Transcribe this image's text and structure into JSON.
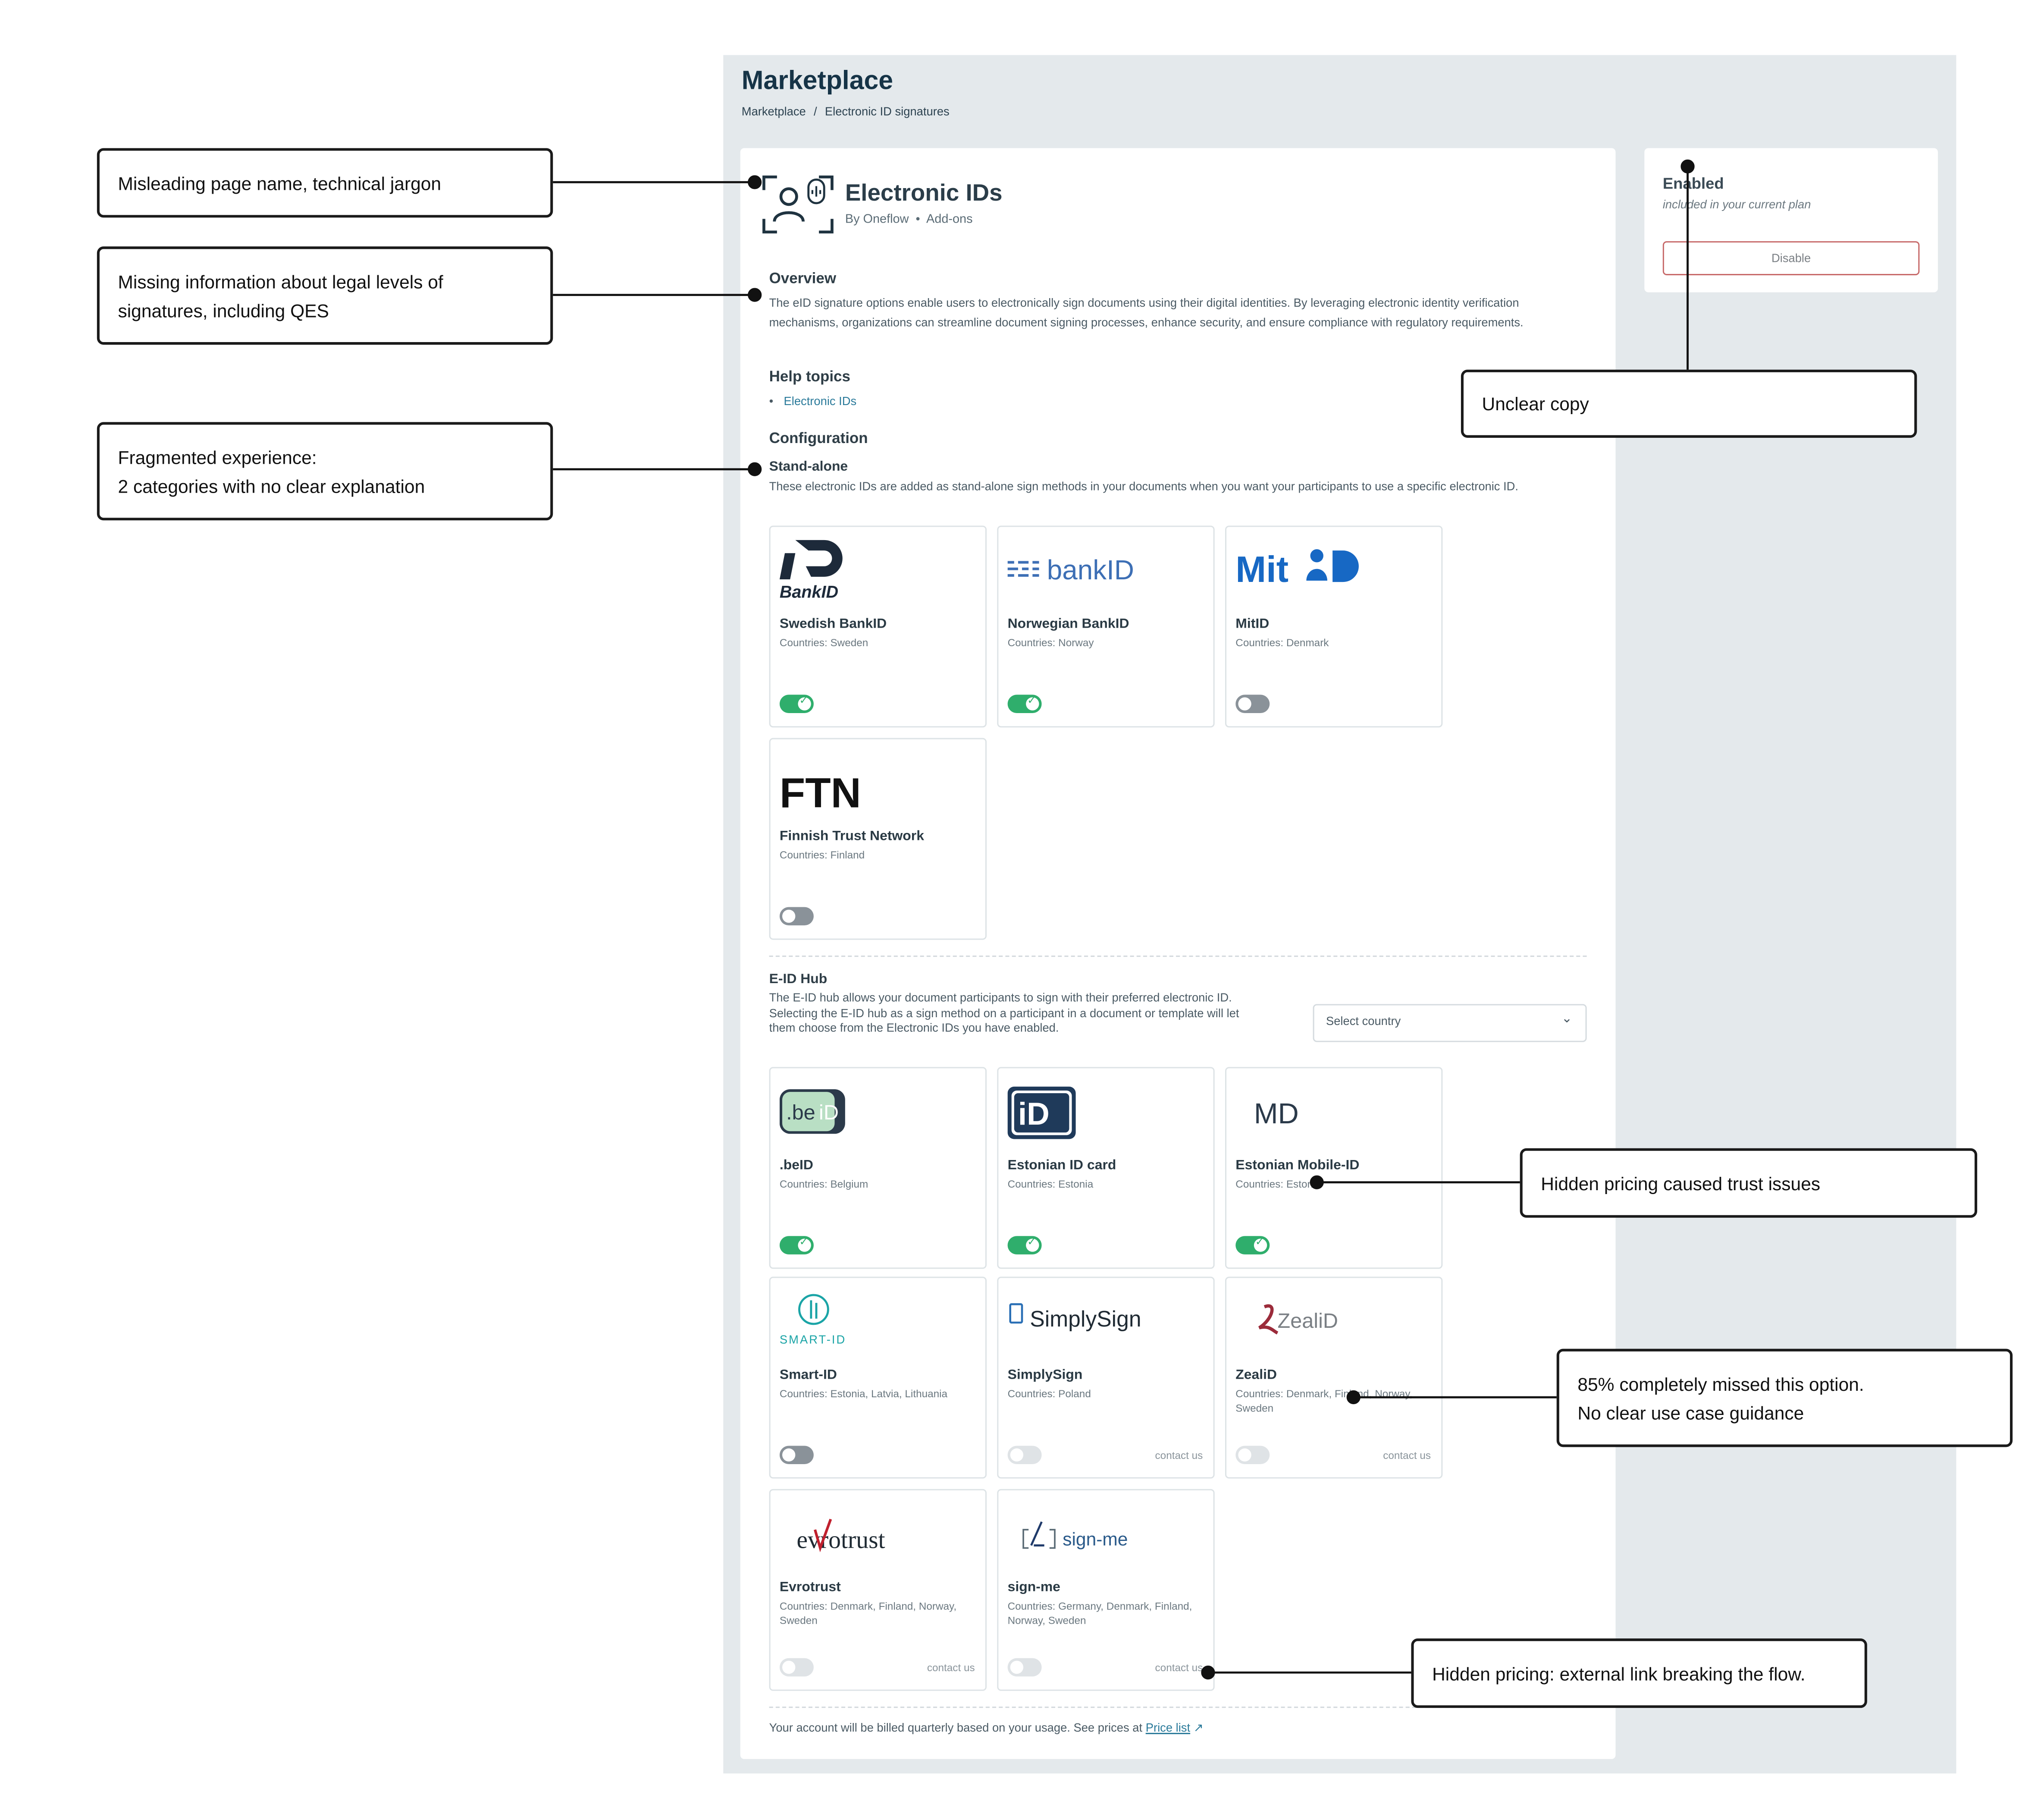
{
  "app": {
    "title": "Marketplace",
    "breadcrumb": [
      "Marketplace",
      "Electronic ID signatures"
    ]
  },
  "header": {
    "icon": "person-fingerprint-scan-icon",
    "title": "Electronic IDs",
    "by": "By Oneflow",
    "category": "Add-ons"
  },
  "overview": {
    "heading": "Overview",
    "text": "The eID signature options enable users to electronically sign documents using their digital identities. By leveraging electronic identity verification mechanisms, organizations can streamline document signing processes, enhance security, and ensure compliance with regulatory requirements."
  },
  "help": {
    "heading": "Help topics",
    "links": [
      "Electronic IDs"
    ]
  },
  "configuration": {
    "heading": "Configuration",
    "standalone": {
      "heading": "Stand-alone",
      "text": "These electronic IDs are added as stand-alone sign methods in your documents when you want your participants to use a specific electronic ID."
    },
    "hub": {
      "heading": "E-ID Hub",
      "text": "The E-ID hub allows your document participants to sign with their preferred electronic ID. Selecting the E-ID hub as a sign method on a participant in a document or template will let them choose from the Electronic IDs you have enabled.",
      "select_placeholder": "Select country"
    }
  },
  "standalone_tiles": [
    {
      "name": "Swedish BankID",
      "countries": "Countries: Sweden",
      "toggle": "on",
      "logo_text": "BankID"
    },
    {
      "name": "Norwegian BankID",
      "countries": "Countries: Norway",
      "toggle": "on",
      "logo_text": "bankID"
    },
    {
      "name": "MitID",
      "countries": "Countries: Denmark",
      "toggle": "off",
      "logo_text": "Mit"
    },
    {
      "name": "Finnish Trust Network",
      "countries": "Countries: Finland",
      "toggle": "off",
      "logo_text": "FTN"
    }
  ],
  "hub_tiles": [
    {
      "name": ".beID",
      "countries": "Countries: Belgium",
      "toggle": "on",
      "logo_text": ".be"
    },
    {
      "name": "Estonian ID card",
      "countries": "Countries: Estonia",
      "toggle": "on",
      "logo_text": "iD"
    },
    {
      "name": "Estonian Mobile-ID",
      "countries": "Countries: Estonia",
      "toggle": "on",
      "logo_text": "MD"
    },
    {
      "name": "Smart-ID",
      "countries": "Countries: Estonia, Latvia, Lithuania",
      "toggle": "off",
      "logo_text": "SMART-ID"
    },
    {
      "name": "SimplySign",
      "countries": "Countries: Poland",
      "toggle": "disabled",
      "contact": "contact us",
      "logo_text": "SimplySign"
    },
    {
      "name": "ZealiD",
      "countries": "Countries: Denmark, Finland, Norway, Sweden",
      "toggle": "disabled",
      "contact": "contact us",
      "logo_text": "ZealiD"
    },
    {
      "name": "Evrotrust",
      "countries": "Countries: Denmark, Finland, Norway, Sweden",
      "toggle": "disabled",
      "contact": "contact us",
      "logo_text": "evrotrust"
    },
    {
      "name": "sign-me",
      "countries": "Countries: Germany, Denmark, Finland, Norway, Sweden",
      "toggle": "disabled",
      "contact": "contact us",
      "logo_text": "sign-me"
    }
  ],
  "footer": {
    "text": "Your account will be billed quarterly based on your usage. See prices at",
    "link": "Price list"
  },
  "status_card": {
    "label": "Enabled",
    "sub": "included in your current plan",
    "button": "Disable"
  },
  "annotations": [
    {
      "text": "Misleading page name, technical jargon"
    },
    {
      "text": "Missing information about legal levels of signatures, including QES"
    },
    {
      "line1": "Fragmented experience:",
      "line2": "2 categories with no clear explanation"
    },
    {
      "text": "Unclear copy"
    },
    {
      "text": "Hidden pricing caused trust issues"
    },
    {
      "line1": "85% completely missed this option.",
      "line2": "No clear use case guidance"
    },
    {
      "text": "Hidden pricing: external link breaking the flow."
    }
  ],
  "colors": {
    "toggle_on": "#2fae6c",
    "toggle_off": "#8a9299",
    "link": "#2a7a9a",
    "app_bg": "#e4e9ec",
    "disable_border": "#c76a6a"
  }
}
